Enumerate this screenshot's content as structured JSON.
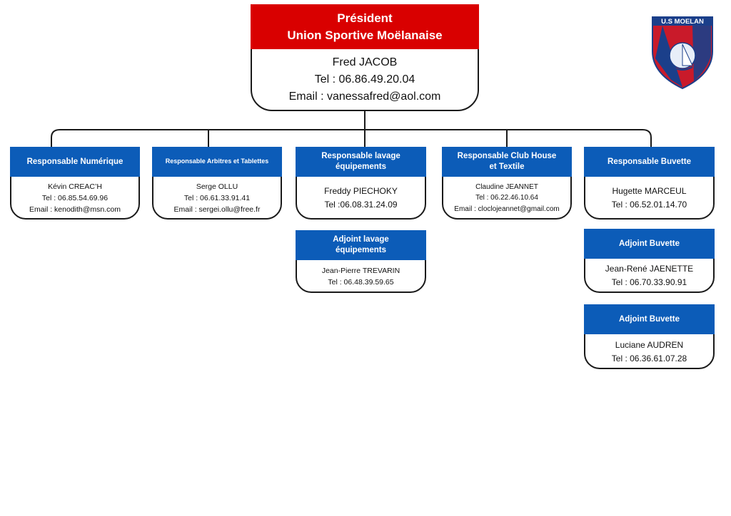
{
  "president": {
    "title_line1": "Président",
    "title_line2": "Union Sportive Moëlanaise",
    "name": "Fred JACOB",
    "tel": "Tel : 06.86.49.20.04",
    "email": "Email : vanessafred@aol.com"
  },
  "logo": {
    "text": "U.S MOELAN",
    "icon": "club-crest-icon"
  },
  "colors": {
    "president_header": "#d90000",
    "role_header": "#0c5cb8",
    "border": "#1a1a1a"
  },
  "roles": {
    "numerique": {
      "title": [
        "Responsable Numérique"
      ],
      "lines": [
        "Kévin CREAC’H",
        "Tel : 06.85.54.69.96",
        "Email : kenodith@msn.com"
      ]
    },
    "arbitres": {
      "title": [
        "Responsable Arbitres et  Tablettes"
      ],
      "lines": [
        "Serge OLLU",
        "Tel : 06.61.33.91.41",
        "Email : sergei.ollu@free.fr"
      ]
    },
    "lavage": {
      "title": [
        "Responsable lavage",
        "équipements"
      ],
      "lines": [
        "Freddy PIECHOKY",
        "Tel :06.08.31.24.09"
      ]
    },
    "adjoint_lavage": {
      "title": [
        "Adjoint lavage",
        "équipements"
      ],
      "lines": [
        "Jean-Pierre TREVARIN",
        "Tel : 06.48.39.59.65"
      ]
    },
    "clubhouse": {
      "title": [
        "Responsable Club House",
        "et Textile"
      ],
      "lines": [
        "Claudine JEANNET",
        "Tel : 06.22.46.10.64",
        "Email : cloclojeannet@gmail.com"
      ]
    },
    "buvette": {
      "title": [
        "Responsable Buvette"
      ],
      "lines": [
        "Hugette MARCEUL",
        "Tel : 06.52.01.14.70"
      ]
    },
    "adjoint_buvette_1": {
      "title": [
        "Adjoint Buvette"
      ],
      "lines": [
        "Jean-René JAENETTE",
        "Tel : 06.70.33.90.91"
      ]
    },
    "adjoint_buvette_2": {
      "title": [
        "Adjoint Buvette"
      ],
      "lines": [
        "Luciane AUDREN",
        "Tel : 06.36.61.07.28"
      ]
    }
  }
}
